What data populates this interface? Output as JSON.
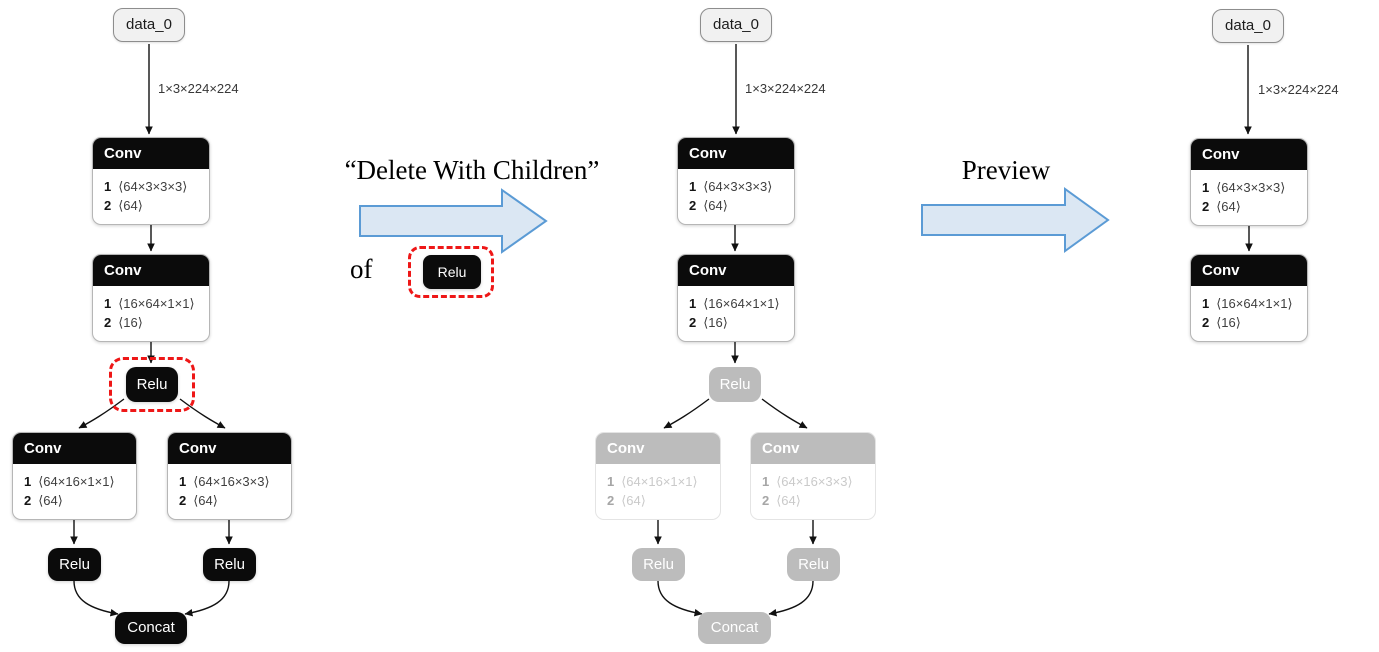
{
  "captions": {
    "action_quote": "“Delete With Children”",
    "of_label": "of",
    "target_node": "Relu",
    "preview_label": "Preview"
  },
  "colors": {
    "node_black": "#0b0b0b",
    "ghost_gray": "#bcbcbc",
    "highlight_red": "#ee1717",
    "arrow_fill": "#dbe7f3",
    "arrow_stroke": "#5b9bd5",
    "edge_black": "#111111"
  },
  "panels": {
    "original": {
      "data_node": "data_0",
      "input_shape": "1×3×224×224",
      "conv_a": {
        "title": "Conv",
        "rows": [
          {
            "k": "1",
            "v": "⟨64×3×3×3⟩"
          },
          {
            "k": "2",
            "v": "⟨64⟩"
          }
        ]
      },
      "conv_b": {
        "title": "Conv",
        "rows": [
          {
            "k": "1",
            "v": "⟨16×64×1×1⟩"
          },
          {
            "k": "2",
            "v": "⟨16⟩"
          }
        ]
      },
      "relu_selected": "Relu",
      "conv_c": {
        "title": "Conv",
        "rows": [
          {
            "k": "1",
            "v": "⟨64×16×1×1⟩"
          },
          {
            "k": "2",
            "v": "⟨64⟩"
          }
        ]
      },
      "conv_d": {
        "title": "Conv",
        "rows": [
          {
            "k": "1",
            "v": "⟨64×16×3×3⟩"
          },
          {
            "k": "2",
            "v": "⟨64⟩"
          }
        ]
      },
      "relu_left": "Relu",
      "relu_right": "Relu",
      "concat": "Concat"
    },
    "marked": {
      "data_node": "data_0",
      "input_shape": "1×3×224×224",
      "conv_a": {
        "title": "Conv",
        "rows": [
          {
            "k": "1",
            "v": "⟨64×3×3×3⟩"
          },
          {
            "k": "2",
            "v": "⟨64⟩"
          }
        ]
      },
      "conv_b": {
        "title": "Conv",
        "rows": [
          {
            "k": "1",
            "v": "⟨16×64×1×1⟩"
          },
          {
            "k": "2",
            "v": "⟨16⟩"
          }
        ]
      },
      "relu_deleted": "Relu",
      "conv_c": {
        "title": "Conv",
        "rows": [
          {
            "k": "1",
            "v": "⟨64×16×1×1⟩"
          },
          {
            "k": "2",
            "v": "⟨64⟩"
          }
        ]
      },
      "conv_d": {
        "title": "Conv",
        "rows": [
          {
            "k": "1",
            "v": "⟨64×16×3×3⟩"
          },
          {
            "k": "2",
            "v": "⟨64⟩"
          }
        ]
      },
      "relu_left": "Relu",
      "relu_right": "Relu",
      "concat": "Concat"
    },
    "preview": {
      "data_node": "data_0",
      "input_shape": "1×3×224×224",
      "conv_a": {
        "title": "Conv",
        "rows": [
          {
            "k": "1",
            "v": "⟨64×3×3×3⟩"
          },
          {
            "k": "2",
            "v": "⟨64⟩"
          }
        ]
      },
      "conv_b": {
        "title": "Conv",
        "rows": [
          {
            "k": "1",
            "v": "⟨16×64×1×1⟩"
          },
          {
            "k": "2",
            "v": "⟨16⟩"
          }
        ]
      }
    }
  }
}
